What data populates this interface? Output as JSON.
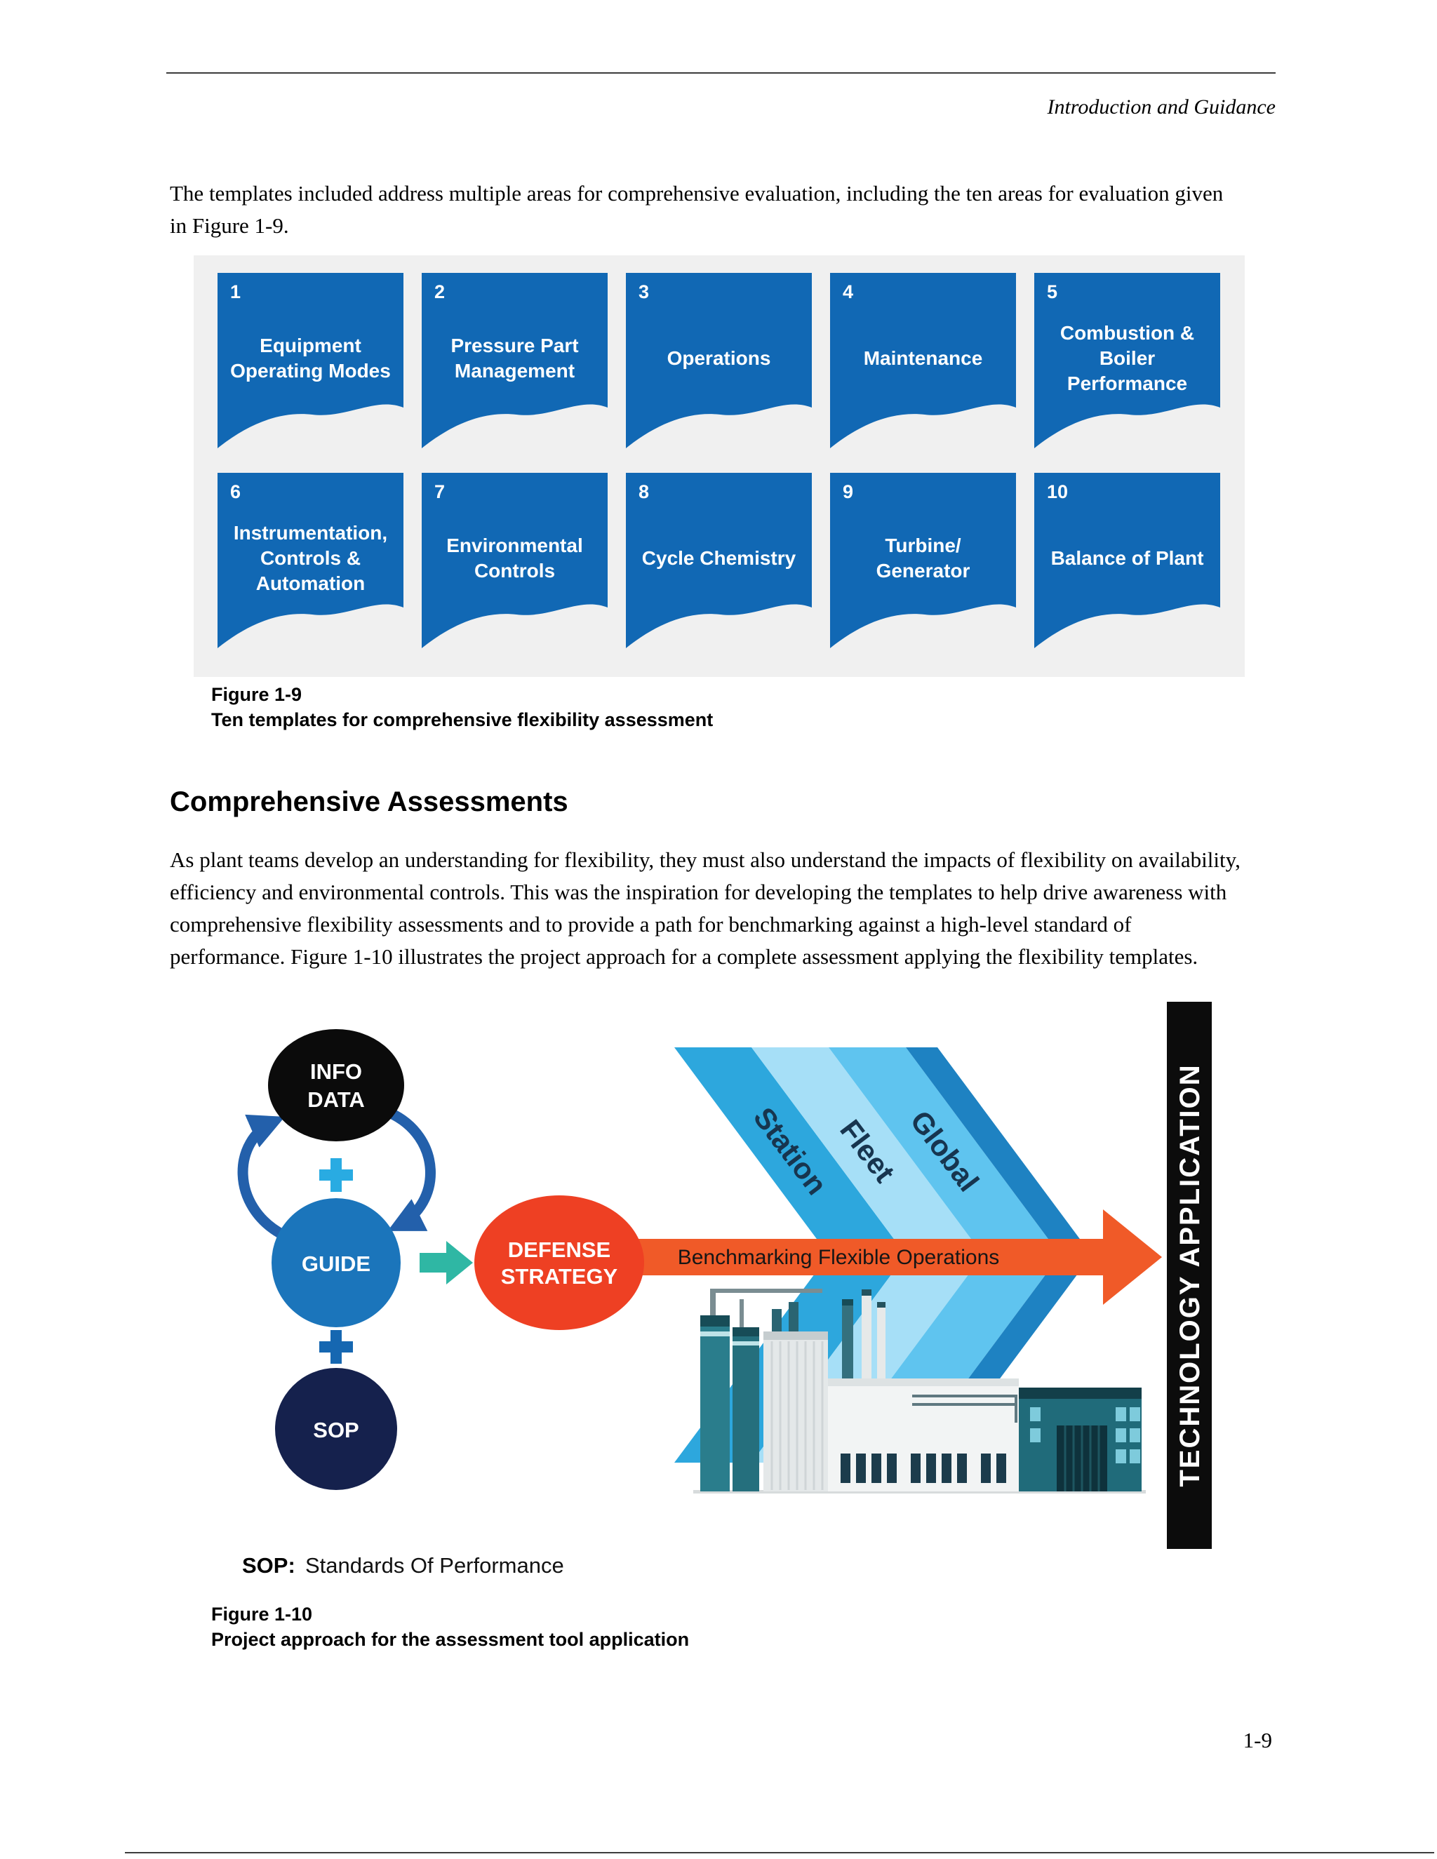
{
  "page": {
    "running_head": "Introduction and Guidance",
    "page_number": "1-9"
  },
  "intro_paragraph": "The templates included address multiple areas for comprehensive evaluation, including the ten areas for evaluation given in Figure 1-9.",
  "figure_1_9": {
    "caption_label": "Figure 1-9",
    "caption_text": "Ten templates for comprehensive flexibility assessment",
    "templates": [
      {
        "number": "1",
        "label": "Equipment Operating Modes"
      },
      {
        "number": "2",
        "label": "Pressure Part Management"
      },
      {
        "number": "3",
        "label": "Operations"
      },
      {
        "number": "4",
        "label": "Maintenance"
      },
      {
        "number": "5",
        "label": "Combustion & Boiler Performance"
      },
      {
        "number": "6",
        "label": "Instrumentation, Controls & Automation"
      },
      {
        "number": "7",
        "label": "Environmental Controls"
      },
      {
        "number": "8",
        "label": "Cycle Chemistry"
      },
      {
        "number": "9",
        "label": "Turbine/ Generator"
      },
      {
        "number": "10",
        "label": "Balance of Plant"
      }
    ]
  },
  "section": {
    "heading": "Comprehensive Assessments",
    "body": "As plant teams develop an understanding for flexibility, they must also understand the impacts of flexibility on availability, efficiency and environmental controls. This was the inspiration for developing the templates to help drive awareness with comprehensive flexibility assessments and to provide a path for benchmarking against a high-level standard of performance. Figure 1-10 illustrates the project approach for a complete assessment applying the flexibility templates."
  },
  "figure_1_10": {
    "caption_label": "Figure 1-10",
    "caption_text": "Project approach for the assessment tool application",
    "info_line1": "INFO",
    "info_line2": "DATA",
    "guide": "GUIDE",
    "sop": "SOP",
    "defense_line1": "DEFENSE",
    "defense_line2": "STRATEGY",
    "benchmark_arrow": "Benchmarking Flexible Operations",
    "chevrons": [
      "Station",
      "Fleet",
      "Global"
    ],
    "tech_bar": "TECHNOLOGY APPLICATION",
    "sop_note_label": "SOP:",
    "sop_note_text": "Standards Of Performance"
  },
  "colors": {
    "banner_blue": "#1168b4",
    "panel_gray": "#f0f0f0",
    "info_black": "#0b0b0b",
    "guide_blue": "#1b75bb",
    "sop_navy": "#15214d",
    "defense_orange": "#ee4023",
    "arrow_orange": "#f05a28",
    "teal_arrow": "#2fb7a4",
    "chevron_station": "#2da7dd",
    "chevron_fleet": "#a6dff7",
    "chevron_global": "#5fc4ef",
    "tech_bar_black": "#0c0c0c"
  }
}
